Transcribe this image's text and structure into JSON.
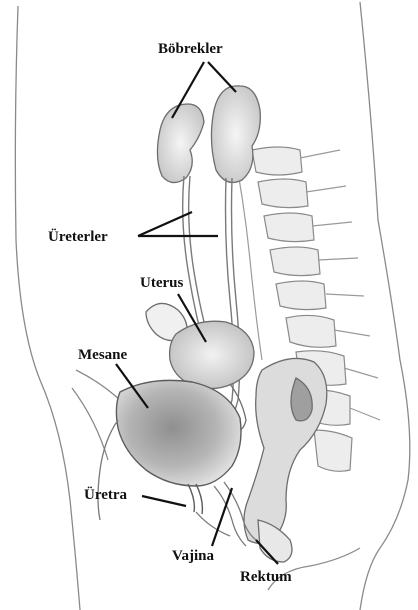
{
  "labels": {
    "kidneys": "Böbrekler",
    "ureters": "Üreterler",
    "uterus": "Uterus",
    "bladder": "Mesane",
    "urethra": "Üretra",
    "vagina": "Vajina",
    "rectum": "Rektum"
  },
  "colors": {
    "background": "#ffffff",
    "line": "#111111",
    "sketch": "#8a8a8a",
    "shade": "#c9c9c9",
    "dark_shade": "#9a9a9a"
  }
}
